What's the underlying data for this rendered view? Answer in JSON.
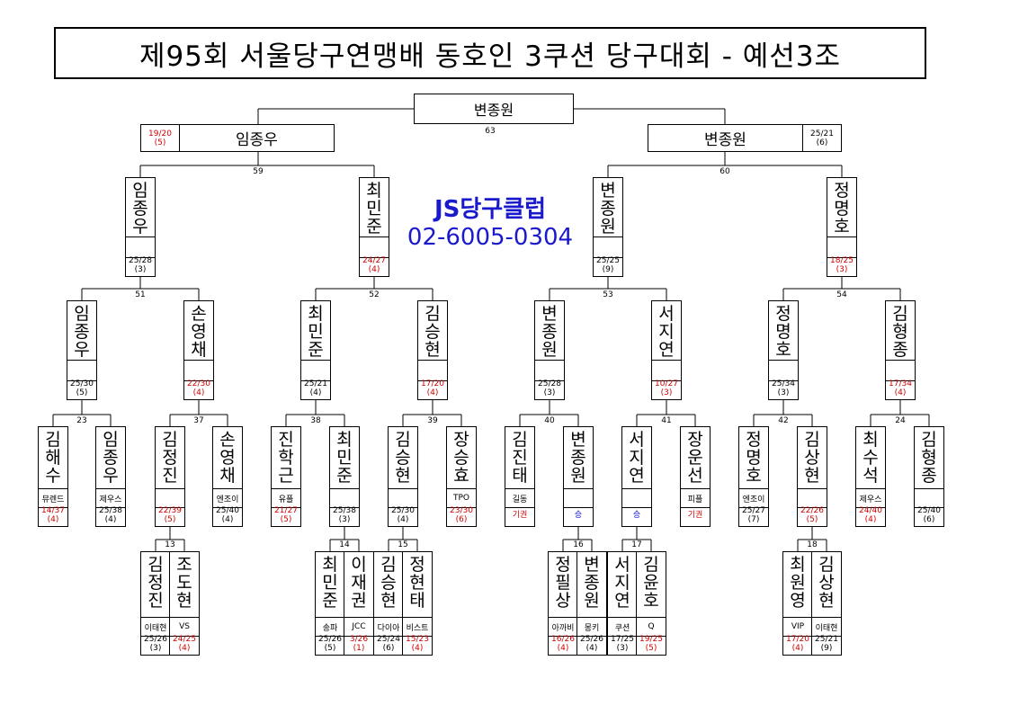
{
  "title": "제95회 서울당구연맹배 동호인 3쿠션 당구대회 - 예선3조",
  "club": {
    "name": "JS당구클럽",
    "phone": "02-6005-0304"
  },
  "final": {
    "name": "변종원",
    "match_no": "63"
  },
  "semis": [
    {
      "name": "임종우",
      "score": "19/20",
      "inn": "(5)",
      "score_red": true,
      "side": "left"
    },
    {
      "name": "변종원",
      "score": "25/21",
      "inn": "(6)",
      "score_red": false,
      "side": "right"
    }
  ],
  "match_numbers": {
    "m59": "59",
    "m60": "60",
    "m51": "51",
    "m52": "52",
    "m53": "53",
    "m54": "54",
    "m23": "23",
    "m37": "37",
    "m38": "38",
    "m39": "39",
    "m40": "40",
    "m41": "41",
    "m42": "42",
    "m24": "24",
    "m13": "13",
    "m14": "14",
    "m15": "15",
    "m16": "16",
    "m17": "17",
    "m18": "18"
  },
  "r3": [
    {
      "name": "임종우",
      "score": "25/28",
      "inn": "(3)",
      "red": false
    },
    {
      "name": "최민준",
      "score": "24/27",
      "inn": "(4)",
      "red": true
    },
    {
      "name": "변종원",
      "score": "25/25",
      "inn": "(9)",
      "red": false
    },
    {
      "name": "정명호",
      "score": "18/25",
      "inn": "(3)",
      "red": true
    }
  ],
  "r2": [
    {
      "name": "임종우",
      "score": "25/30",
      "inn": "(5)",
      "red": false
    },
    {
      "name": "손영채",
      "score": "22/30",
      "inn": "(4)",
      "red": true
    },
    {
      "name": "최민준",
      "score": "25/21",
      "inn": "(4)",
      "red": false
    },
    {
      "name": "김승현",
      "score": "17/20",
      "inn": "(4)",
      "red": true
    },
    {
      "name": "변종원",
      "score": "25/28",
      "inn": "(3)",
      "red": false
    },
    {
      "name": "서지연",
      "score": "10/27",
      "inn": "(3)",
      "red": true
    },
    {
      "name": "정명호",
      "score": "25/34",
      "inn": "(3)",
      "red": false
    },
    {
      "name": "김형종",
      "score": "17/34",
      "inn": "(4)",
      "red": true
    }
  ],
  "r1": [
    {
      "name": "김해수",
      "team": "뮤렌드",
      "score": "14/37",
      "inn": "(4)",
      "red": true
    },
    {
      "name": "임종우",
      "team": "제우스",
      "score": "25/38",
      "inn": "(4)",
      "red": false
    },
    {
      "name": "김정진",
      "team": "",
      "score": "22/39",
      "inn": "(5)",
      "red": true
    },
    {
      "name": "손영채",
      "team": "엔조이",
      "score": "25/40",
      "inn": "(4)",
      "red": false
    },
    {
      "name": "진학근",
      "team": "유플",
      "score": "21/27",
      "inn": "(5)",
      "red": true
    },
    {
      "name": "최민준",
      "team": "",
      "score": "25/38",
      "inn": "(3)",
      "red": false
    },
    {
      "name": "김승현",
      "team": "",
      "score": "25/30",
      "inn": "(4)",
      "red": false
    },
    {
      "name": "장승효",
      "team": "TPO",
      "score": "23/30",
      "inn": "(6)",
      "red": true
    },
    {
      "name": "김진태",
      "team": "길동",
      "score": "기권",
      "inn": "",
      "red": true
    },
    {
      "name": "변종원",
      "team": "",
      "score": "승",
      "inn": "",
      "red": false,
      "blue": true
    },
    {
      "name": "서지연",
      "team": "",
      "score": "승",
      "inn": "",
      "red": false,
      "blue": true
    },
    {
      "name": "장운선",
      "team": "피플",
      "score": "기권",
      "inn": "",
      "red": true
    },
    {
      "name": "정명호",
      "team": "엔조이",
      "score": "25/27",
      "inn": "(7)",
      "red": false
    },
    {
      "name": "김상현",
      "team": "",
      "score": "22/26",
      "inn": "(5)",
      "red": true
    },
    {
      "name": "최수석",
      "team": "제우스",
      "score": "24/40",
      "inn": "(4)",
      "red": true
    },
    {
      "name": "김형종",
      "team": "",
      "score": "25/40",
      "inn": "(6)",
      "red": false
    }
  ],
  "r0": [
    {
      "name": "김정진",
      "team": "이태현",
      "score": "25/26",
      "inn": "(3)",
      "red": false
    },
    {
      "name": "조도현",
      "team": "VS",
      "score": "24/25",
      "inn": "(4)",
      "red": true
    },
    {
      "name": "최민준",
      "team": "송파",
      "score": "25/26",
      "inn": "(5)",
      "red": false
    },
    {
      "name": "이재권",
      "team": "JCC",
      "score": "3/26",
      "inn": "(1)",
      "red": true
    },
    {
      "name": "김승현",
      "team": "다이아",
      "score": "25/24",
      "inn": "(6)",
      "red": false
    },
    {
      "name": "정현태",
      "team": "비스트",
      "score": "15/23",
      "inn": "(4)",
      "red": true
    },
    {
      "name": "정필상",
      "team": "아까비",
      "score": "16/26",
      "inn": "(4)",
      "red": true
    },
    {
      "name": "변종원",
      "team": "몽키",
      "score": "25/26",
      "inn": "(4)",
      "red": false
    },
    {
      "name": "서지연",
      "team": "쿠션",
      "score": "17/25",
      "inn": "(3)",
      "red": false
    },
    {
      "name": "김윤호",
      "team": "Q",
      "score": "19/25",
      "inn": "(5)",
      "red": true
    },
    {
      "name": "최원영",
      "team": "VIP",
      "score": "17/20",
      "inn": "(4)",
      "red": true
    },
    {
      "name": "김상현",
      "team": "이태현",
      "score": "25/21",
      "inn": "(9)",
      "red": false
    }
  ]
}
